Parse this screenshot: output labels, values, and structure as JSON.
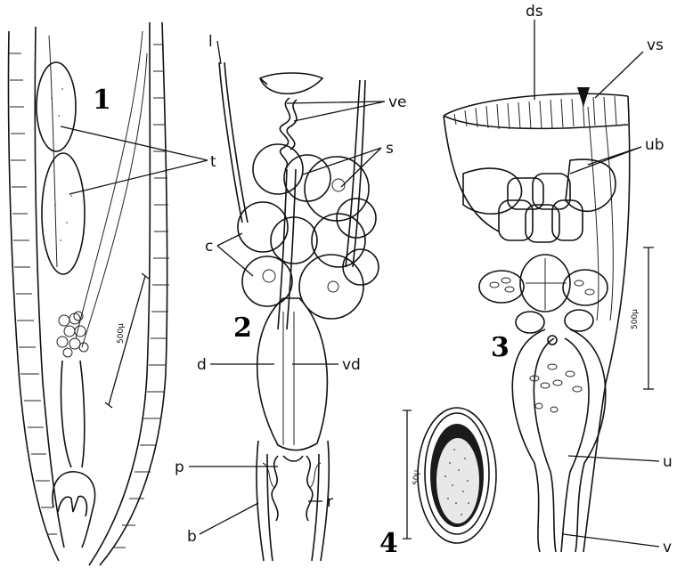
{
  "figure_numbers": [
    "1",
    "2",
    "3",
    "4"
  ],
  "labels": {
    "t": "t",
    "l": "l",
    "ve": "ve",
    "s": "s",
    "c": "c",
    "d": "d",
    "vd": "vd",
    "p": "p",
    "r": "r",
    "b": "b",
    "ds": "ds",
    "vs": "vs",
    "ub": "ub",
    "u": "u",
    "v": "v"
  },
  "scale_bars": {
    "fig1": "500μ",
    "fig3": "500μ",
    "fig4": "50μ"
  }
}
